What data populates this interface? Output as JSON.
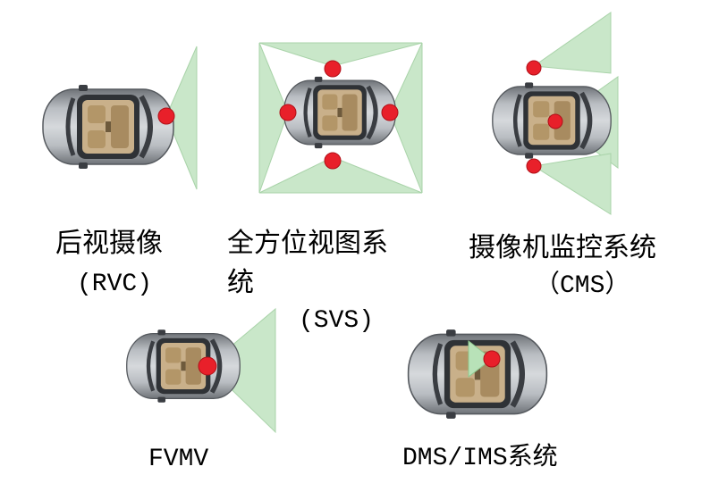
{
  "colors": {
    "fov_fill": "#c9e7c9",
    "fov_stroke": "#a9d3a9",
    "camera_red": "#e8202a",
    "car_body": "#9a9ea3",
    "car_dark": "#3a3d42",
    "interior": "#c7ae86"
  },
  "systems": [
    {
      "id": "rvc",
      "name": "后视摄像",
      "abbr": "(RVC)"
    },
    {
      "id": "svs",
      "name": "全方位视图系",
      "name_2": "统",
      "abbr": "(SVS)"
    },
    {
      "id": "cms",
      "name": "摄像机监控系统",
      "abbr": "（CMS）"
    },
    {
      "id": "fvmv",
      "name": "FVMV"
    },
    {
      "id": "dms",
      "name": "DMS/IMS系统"
    }
  ]
}
